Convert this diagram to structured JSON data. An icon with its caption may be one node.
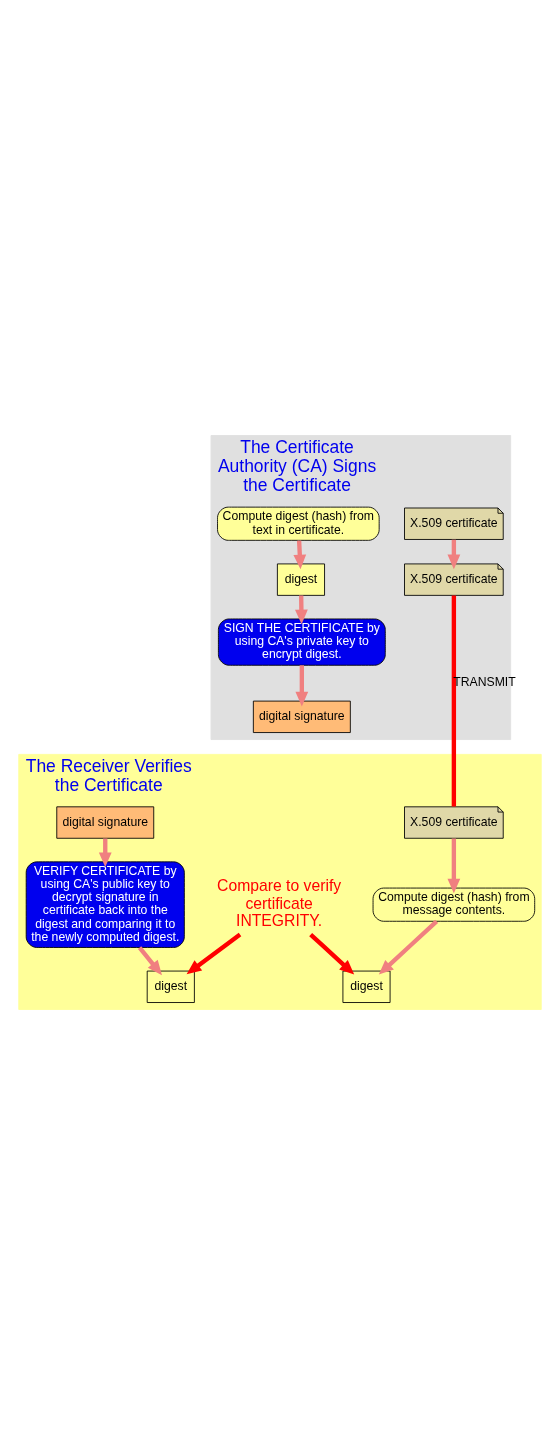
{
  "diagram": {
    "nodes": [
      {
        "text": [
          "The Certificate Authority (CA) Signs the Certificate"
        ]
      },
      {
        "text": [
          "X.509 certificate"
        ],
        "in": 0
      },
      {
        "text": [
          "Compute digest (hash) from text in certificate."
        ],
        "in": 0
      },
      {
        "text": [
          "digest"
        ],
        "in": 0
      },
      {
        "text": [
          "SIGN THE CERTIFICATE by using CA's private key to encrypt digest."
        ],
        "in": 0
      },
      {
        "text": [
          "X.509 certificate"
        ],
        "in": 0
      },
      {
        "text": [
          "digital signature"
        ],
        "in": 0
      },
      {
        "text": [
          "The Receiver Verifies the Certificate"
        ]
      },
      {
        "text": [
          "X.509 certificate"
        ],
        "in": 7
      },
      {
        "text": [
          "digital signature"
        ],
        "in": 7
      },
      {
        "text": [
          "VERIFY CERTIFICATE by using CA's public key to decrypt signature in certificate back into the digest and comparing it to the newly computed digest."
        ],
        "in": 7
      },
      {
        "text": [
          "digest"
        ],
        "in": 7
      },
      {
        "text": [
          "Compute digest (hash) from message contents."
        ],
        "in": 7
      },
      {
        "text": [
          "digest"
        ],
        "in": 7
      },
      {
        "text": [
          "Compare to verify certificate INTEGRITY."
        ],
        "in": 7
      }
    ],
    "edges": [
      {
        "from": 2,
        "to": 3,
        "arrow": "to"
      },
      {
        "from": 3,
        "to": 4,
        "arrow": "to"
      },
      {
        "from": 4,
        "to": 6,
        "arrow": "to"
      },
      {
        "from": 1,
        "to": 5,
        "arrow": "to"
      },
      {
        "from": 5,
        "to": 8,
        "arrow": "none",
        "label": "TRANSMIT",
        "color": "#ff0000"
      },
      {
        "from": 9,
        "to": 10,
        "arrow": "to"
      },
      {
        "from": 10,
        "to": 11,
        "arrow": "to"
      },
      {
        "from": 8,
        "to": 12,
        "arrow": "to"
      },
      {
        "from": 12,
        "to": 13,
        "arrow": "to"
      },
      {
        "from": 14,
        "to": 11,
        "arrow": "to",
        "color": "#ff0000"
      },
      {
        "from": 14,
        "to": 13,
        "arrow": "to",
        "color": "#ff0000"
      }
    ]
  }
}
